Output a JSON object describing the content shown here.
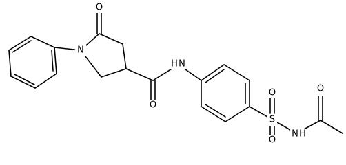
{
  "atoms": {
    "o_ketone": "O",
    "n_ring": "N",
    "o_amide": "O",
    "n_amide": "N",
    "h_amide": "H",
    "s_sulfonyl": "S",
    "o_sulfonyl_top": "O",
    "o_sulfonyl_bottom": "O",
    "n_acetyl": "N",
    "h_acetyl": "H",
    "o_acetyl": "O"
  }
}
